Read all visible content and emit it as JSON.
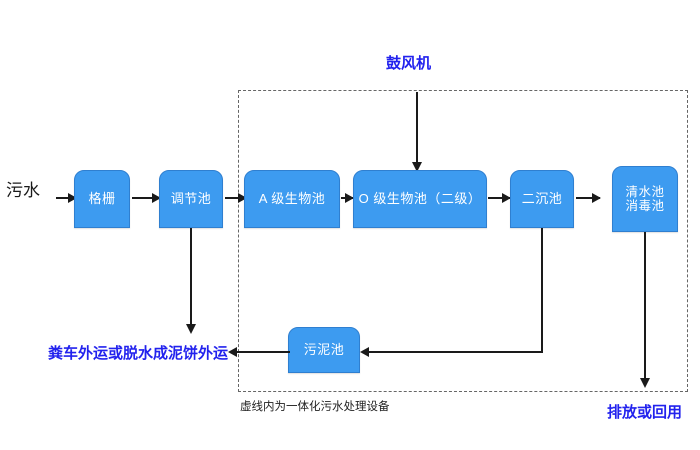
{
  "diagram": {
    "title_note": "虚线内为一体化污水处理设备",
    "enclosure_label": "鼓风机",
    "inlet_label": "污水",
    "outlet_label": "排放或回用",
    "sludge_disposal_label": "粪车外运或脱水成泥饼外运",
    "colors": {
      "node_fill": "#3d9bf0",
      "node_border": "#2f7fd0",
      "node_text": "#ffffff",
      "connector": "#1a1a1a",
      "blue_text": "#2222ee",
      "dashed_border": "#666666"
    },
    "nodes": [
      {
        "id": "grille",
        "label": "格栅"
      },
      {
        "id": "regulating",
        "label": "调节池"
      },
      {
        "id": "a_stage",
        "label": "A 级生物池"
      },
      {
        "id": "o_stage",
        "label": "O 级生物池（二级）"
      },
      {
        "id": "secondary",
        "label": "二沉池"
      },
      {
        "id": "clearwater",
        "label": "清水池\n消毒池"
      },
      {
        "id": "sludge",
        "label": "污泥池"
      }
    ]
  }
}
